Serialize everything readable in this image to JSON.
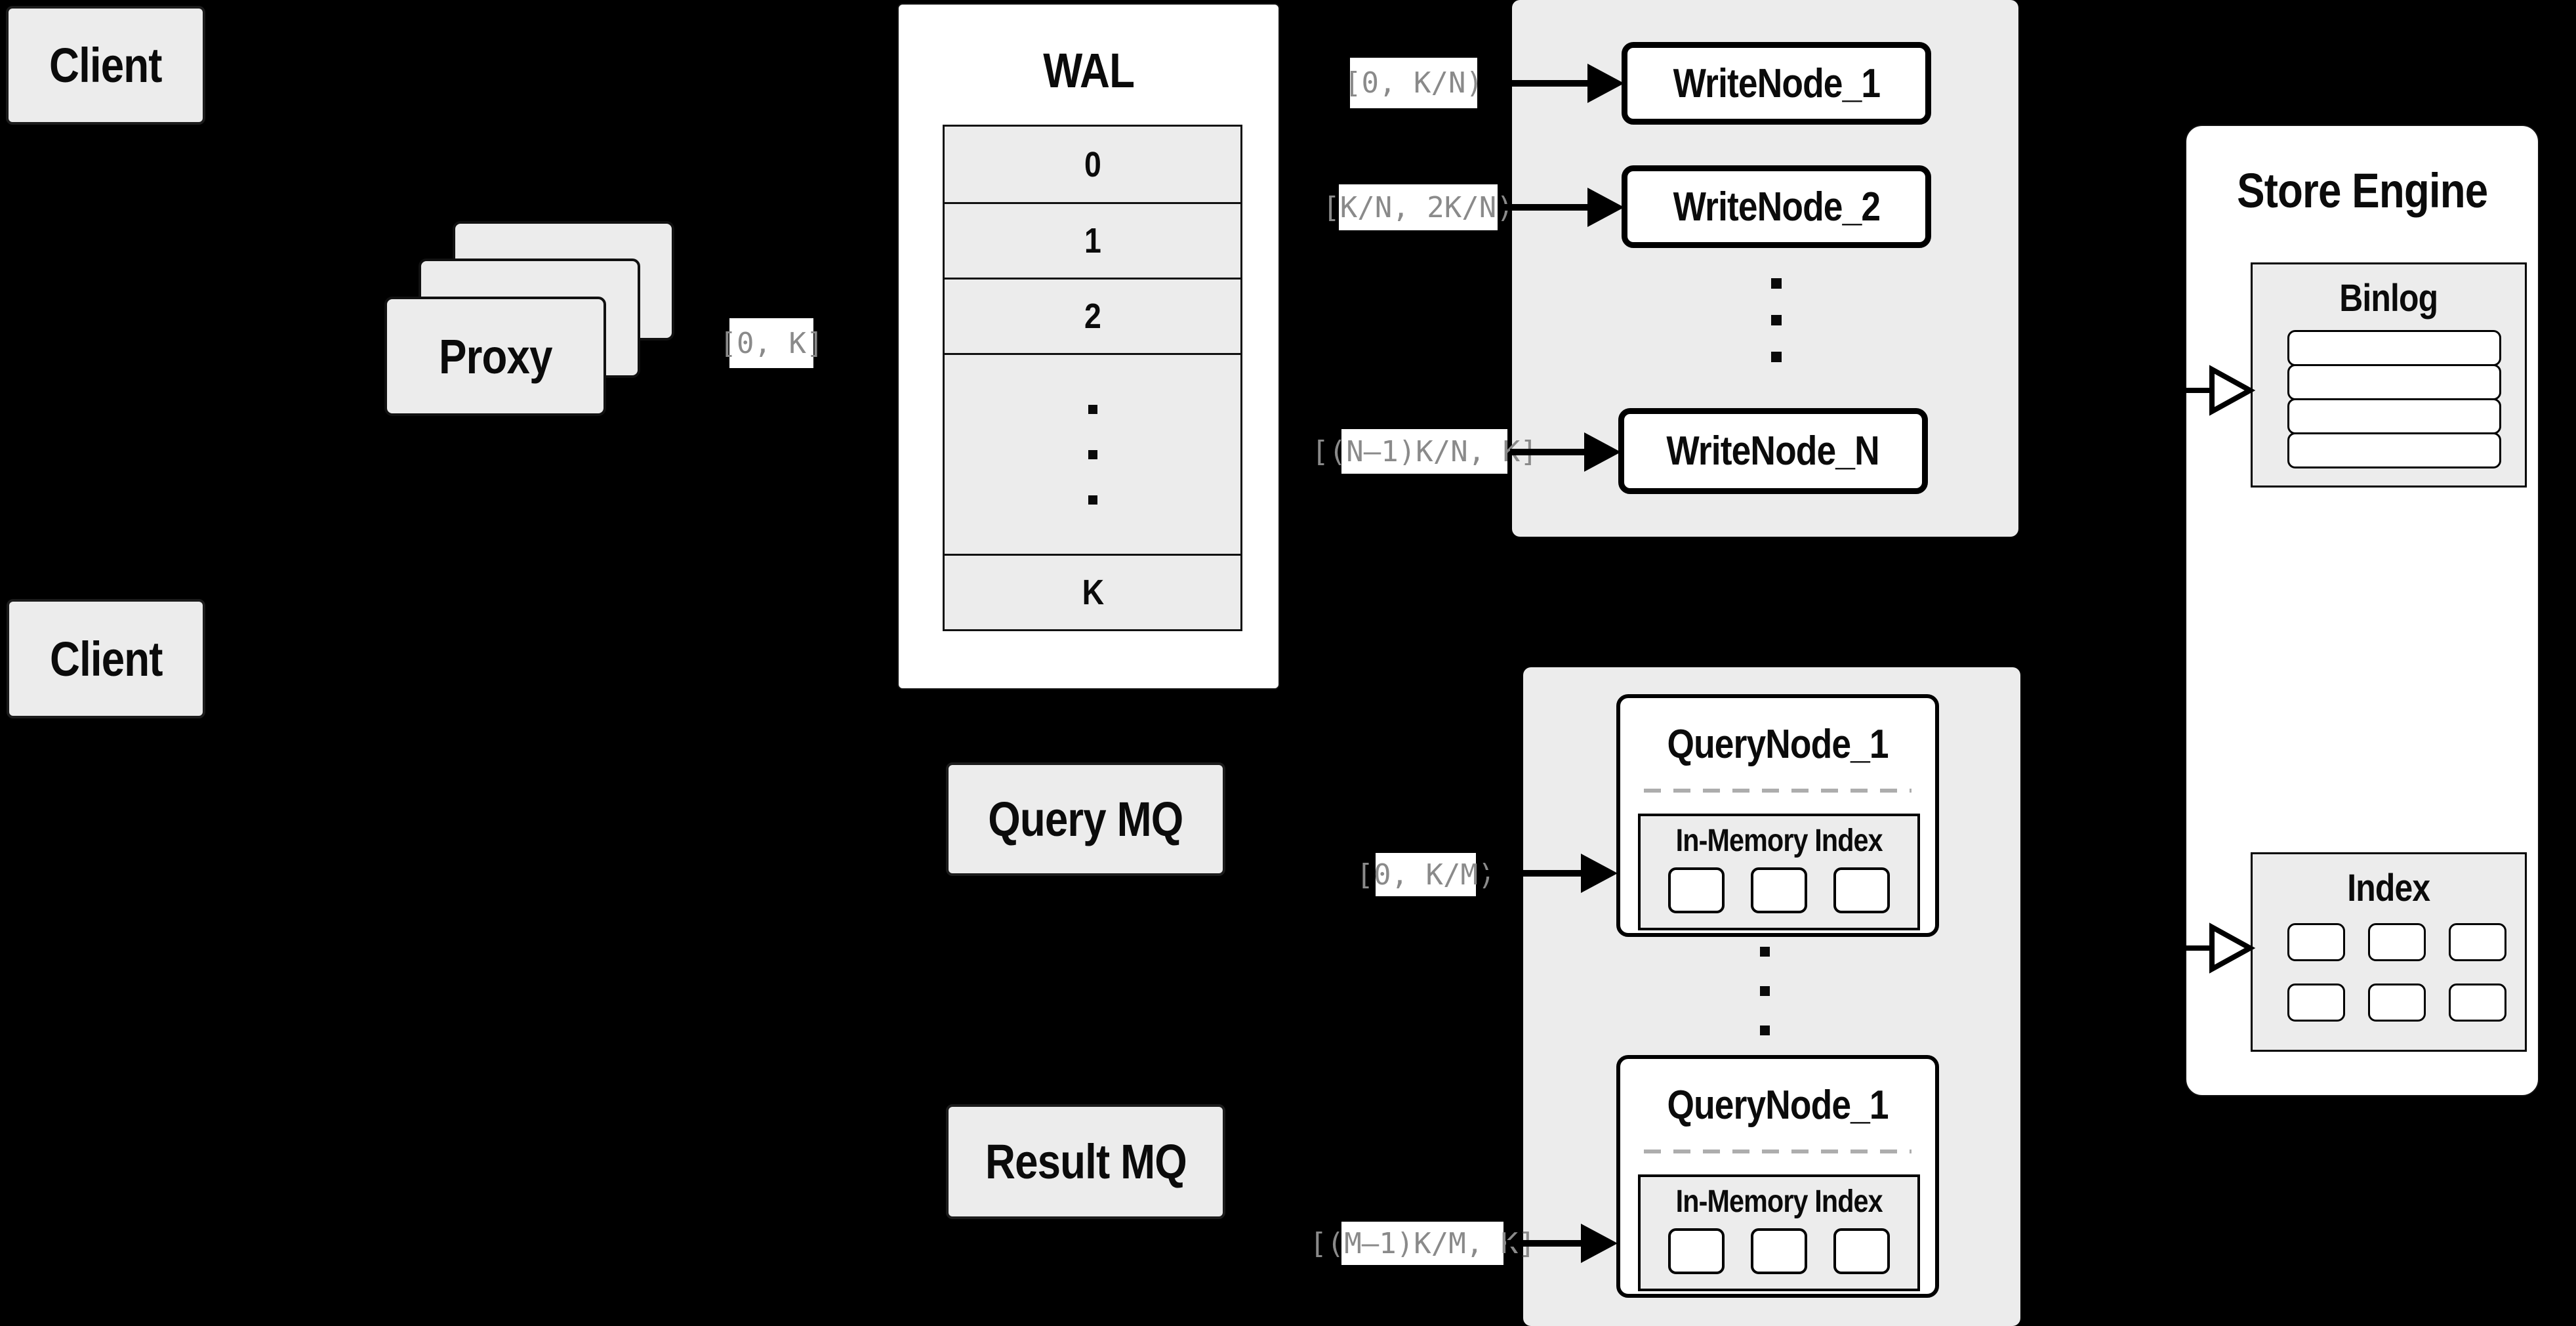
{
  "colors": {
    "background": "#000000",
    "panel_gray": "#ececec",
    "box_white": "#ffffff",
    "border_black": "#000000",
    "range_label_text": "#8a8a8a",
    "dashed_separator": "#adadad"
  },
  "clients": {
    "top": "Client",
    "bottom": "Client"
  },
  "proxy": {
    "label": "Proxy"
  },
  "wal": {
    "title": "WAL",
    "segments": [
      "0",
      "1",
      "2",
      "K"
    ]
  },
  "range_labels": {
    "proxy_out": "[0, K]",
    "write": [
      "[0, K/N)",
      "[K/N, 2K/N)",
      "[(N–1)K/N, K]"
    ],
    "query": [
      "[0, K/M)",
      "[(M–1)K/M, K]"
    ]
  },
  "write_nodes": {
    "items": [
      "WriteNode_1",
      "WriteNode_2",
      "WriteNode_N"
    ]
  },
  "mq": {
    "query": "Query MQ",
    "result": "Result MQ"
  },
  "query_nodes": {
    "items": [
      {
        "title": "QueryNode_1",
        "index_title": "In-Memory Index"
      },
      {
        "title": "QueryNode_1",
        "index_title": "In-Memory Index"
      }
    ]
  },
  "store_engine": {
    "title": "Store Engine",
    "binlog_title": "Binlog",
    "index_title": "Index"
  }
}
